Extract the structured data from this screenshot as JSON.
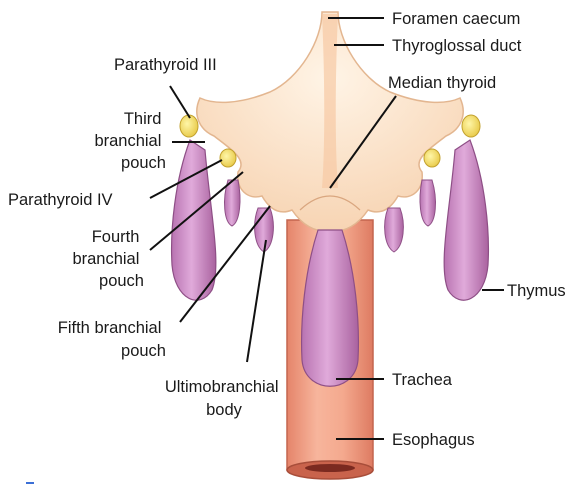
{
  "labels": {
    "foramen_caecum": "Foramen caecum",
    "thyroglossal_duct": "Thyroglossal duct",
    "parathyroid_iii": "Parathyroid III",
    "median_thyroid": "Median thyroid",
    "third_branchial_pouch": [
      "Third",
      "branchial",
      "pouch"
    ],
    "parathyroid_iv": "Parathyroid IV",
    "fourth_branchial_pouch": [
      "Fourth",
      "branchial",
      "pouch"
    ],
    "fifth_branchial_pouch": [
      "Fifth branchial",
      "pouch"
    ],
    "ultimobranchial_body": [
      "Ultimobranchial",
      "body"
    ],
    "thymus": "Thymus",
    "trachea": "Trachea",
    "esophagus": "Esophagus"
  },
  "colors": {
    "pharynx": "#fbe3c8",
    "thymus": "#c98cc3",
    "esophagus": "#f3a98e",
    "parathyroid": "#f3dc6a",
    "leader": "#111111",
    "text": "#1a1a1a"
  }
}
